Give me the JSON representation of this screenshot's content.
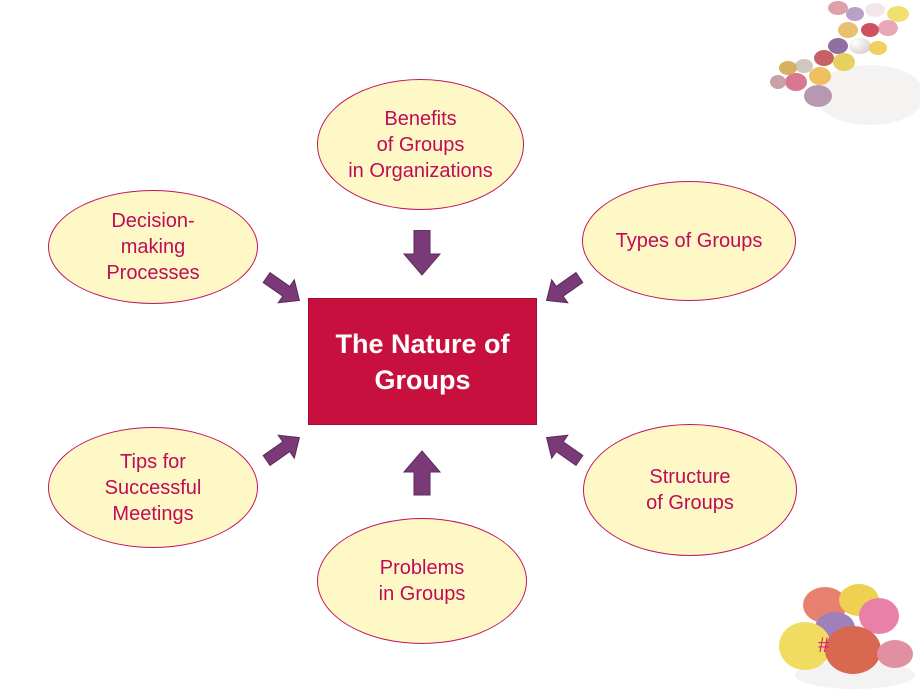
{
  "diagram": {
    "center": "The Nature of\nGroups",
    "nodes": {
      "top": "Benefits\nof Groups\nin Organizations",
      "top_left": "Decision-\nmaking\nProcesses",
      "top_right": "Types of Groups",
      "bottom_left": "Tips for\nSuccessful\n Meetings",
      "bottom_right": "Structure\nof Groups",
      "bottom": "Problems\nin Groups"
    }
  },
  "footer": {
    "page_number": "#"
  },
  "colors": {
    "ellipse_fill": "#fdf8c6",
    "ellipse_border": "#c4145c",
    "node_text": "#c00c58",
    "center_fill": "#c8103e",
    "arrow_fill": "#7a3a78"
  }
}
